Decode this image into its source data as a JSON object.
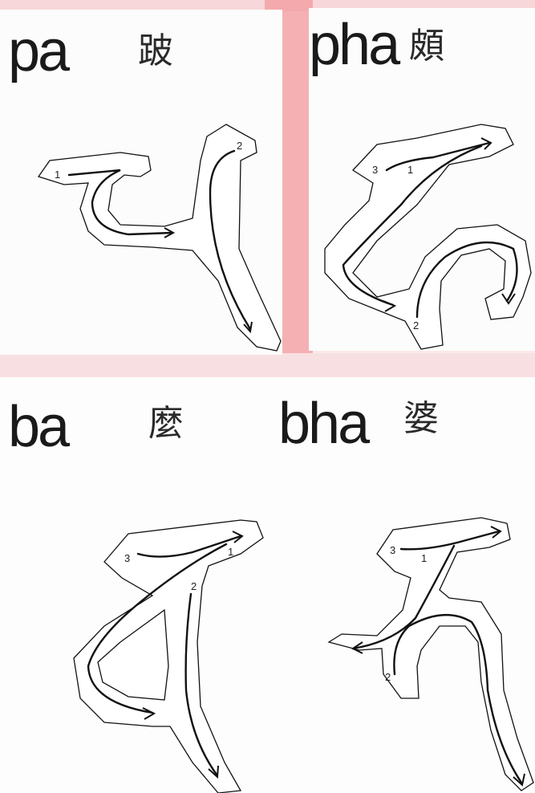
{
  "cells": [
    {
      "romanization": "pa",
      "hanzi": "跛"
    },
    {
      "romanization": "pha",
      "hanzi": "頗"
    },
    {
      "romanization": "ba",
      "hanzi": "麼"
    },
    {
      "romanization": "bha",
      "hanzi": "婆"
    }
  ],
  "stroke_numbers": {
    "pa": [
      "1",
      "2"
    ],
    "pha": [
      "1",
      "2",
      "3"
    ],
    "ba": [
      "1",
      "2",
      "3"
    ],
    "bha": [
      "1",
      "2",
      "3"
    ]
  },
  "colors": {
    "stripe_red": "#e5303a",
    "stripe_yellow": "#f5dc3c"
  }
}
